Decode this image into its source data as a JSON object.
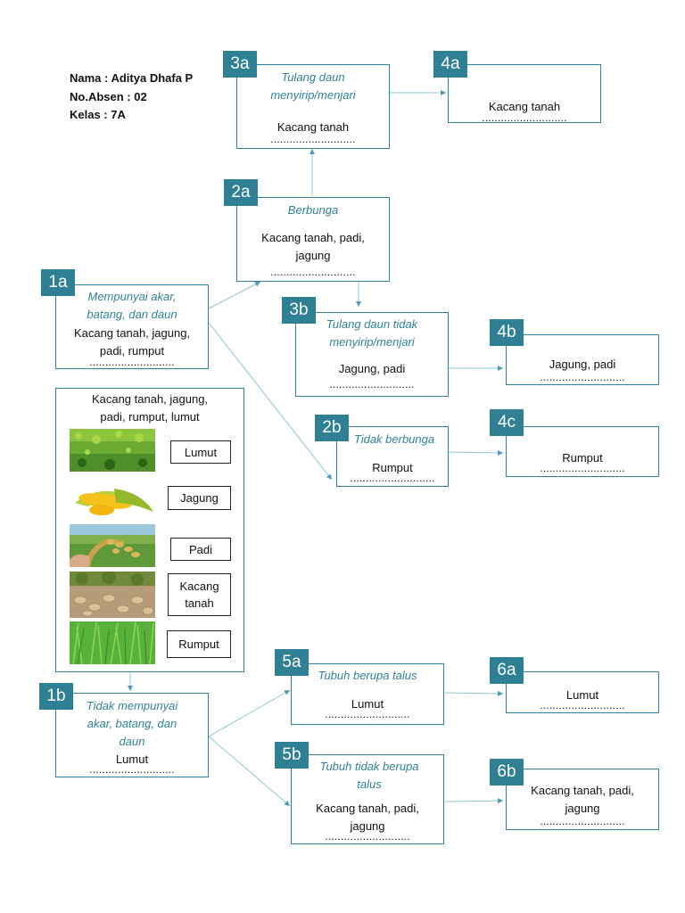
{
  "student": {
    "name": "Nama : Aditya Dhafa P",
    "absen": "No.Absen : 02",
    "kelas": "Kelas : 7A"
  },
  "dots": "...........................",
  "nodes": {
    "n1a": {
      "label": "1a",
      "criterion": "Mempunyai akar, batang, dan daun",
      "plants": "Kacang tanah, jagung, padi, rumput"
    },
    "n1b": {
      "label": "1b",
      "criterion": "Tidak mempunyai akar, batang, dan daun",
      "plants": "Lumut"
    },
    "n2a": {
      "label": "2a",
      "criterion": "Berbunga",
      "plants": "Kacang tanah, padi, jagung"
    },
    "n2b": {
      "label": "2b",
      "criterion": "Tidak berbunga",
      "plants": "Rumput"
    },
    "n3a": {
      "label": "3a",
      "criterion": "Tulang daun menyirip/menjari",
      "plants": "Kacang tanah"
    },
    "n3b": {
      "label": "3b",
      "criterion": "Tulang daun tidak menyirip/menjari",
      "plants": "Jagung, padi"
    },
    "n4a": {
      "label": "4a",
      "plants": "Kacang tanah"
    },
    "n4b": {
      "label": "4b",
      "plants": "Jagung, padi"
    },
    "n4c": {
      "label": "4c",
      "plants": "Rumput"
    },
    "n5a": {
      "label": "5a",
      "criterion": "Tubuh berupa talus",
      "plants": "Lumut"
    },
    "n5b": {
      "label": "5b",
      "criterion": "Tubuh tidak berupa talus",
      "plants": "Kacang tanah, padi, jagung"
    },
    "n6a": {
      "label": "6a",
      "plants": "Lumut"
    },
    "n6b": {
      "label": "6b",
      "plants": "Kacang tanah, padi, jagung"
    }
  },
  "specimens": {
    "title": "Kacang tanah, jagung, padi, rumput, lumut",
    "items": [
      {
        "name": "Lumut",
        "image": "moss-photo"
      },
      {
        "name": "Jagung",
        "image": "corn-photo"
      },
      {
        "name": "Padi",
        "image": "rice-photo"
      },
      {
        "name": "Kacang tanah",
        "image": "peanut-photo"
      },
      {
        "name": "Rumput",
        "image": "grass-photo"
      }
    ]
  },
  "colors": {
    "accent": "#2f7f95",
    "connector": "#8cc4d4"
  }
}
